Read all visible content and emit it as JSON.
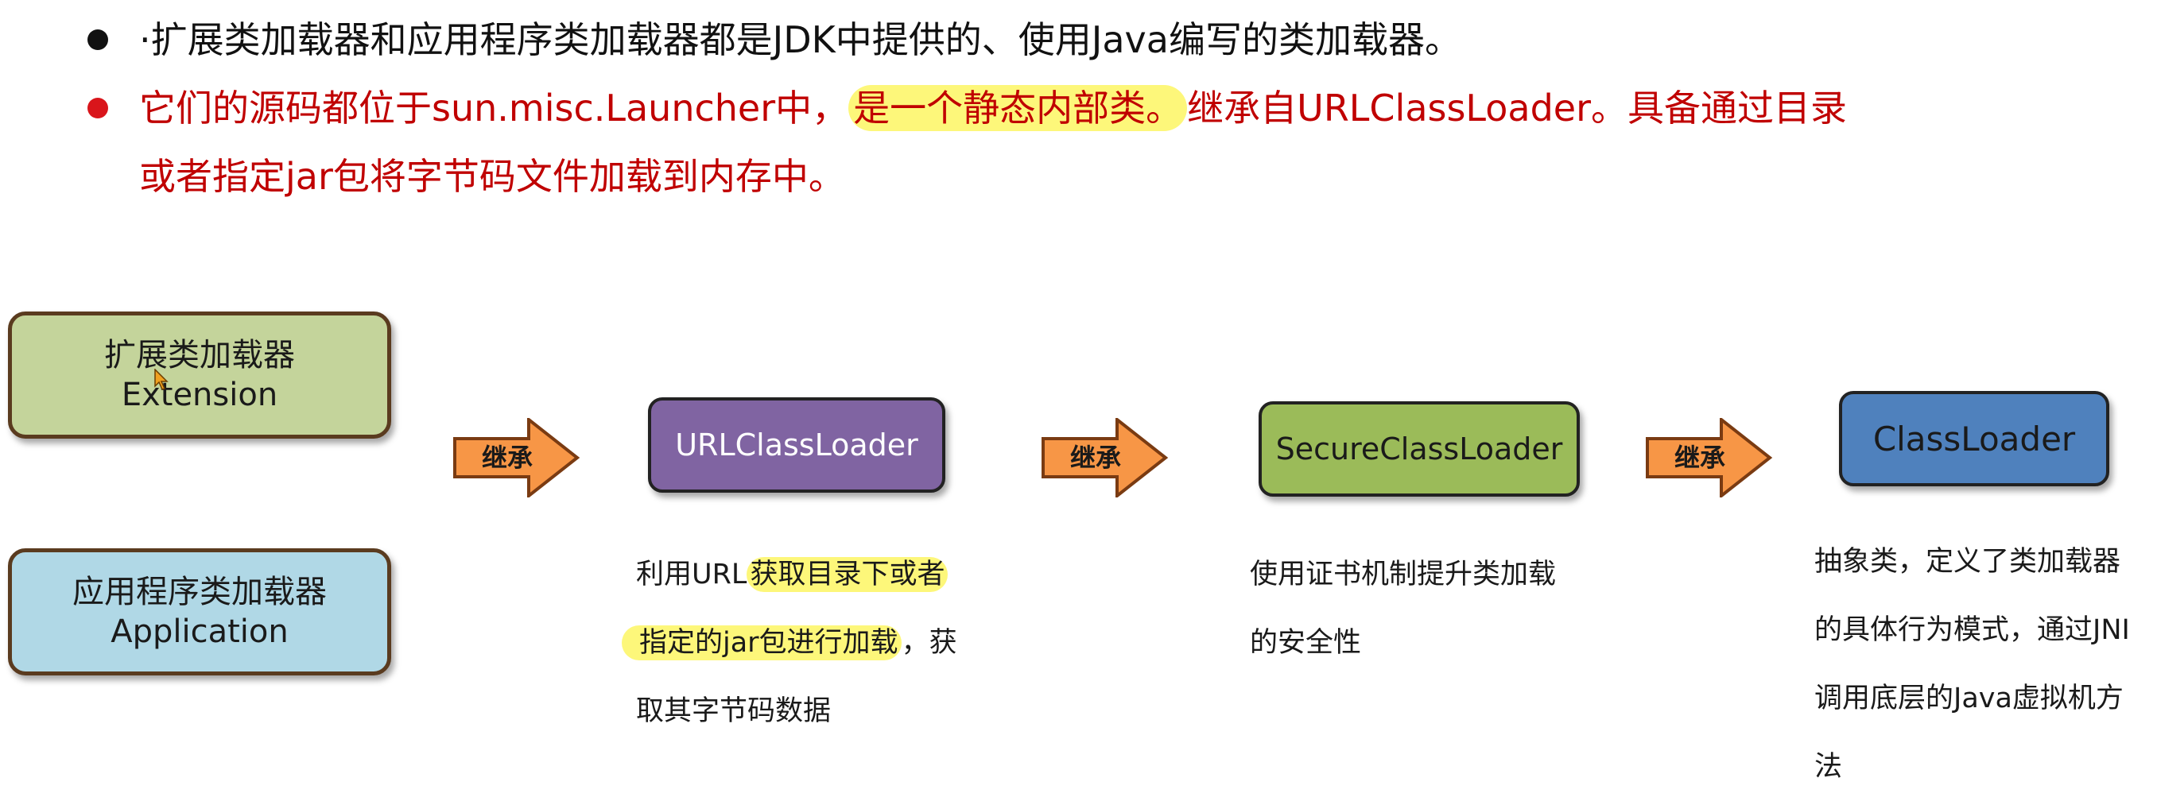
{
  "bullets": [
    {
      "text": "·扩展类加载器和应用程序类加载器都是JDK中提供的、使用Java编写的类加载器。",
      "color": "#111111",
      "dot_color": "#111111"
    },
    {
      "part1": "它们的源码都位于sun.misc.Launcher中，",
      "highlight": "是一个静态内部类。",
      "part2": "继承自URLClassLoader。具备通过目录",
      "line2": "或者指定jar包将字节码文件加载到内存中。",
      "color": "#c00000",
      "dot_color": "#d9151b"
    }
  ],
  "boxes": {
    "extension": {
      "line1": "扩展类加载器",
      "line2": "Extension",
      "fill": "#c4d49b",
      "border": "#5a3b1f"
    },
    "application": {
      "line1": "应用程序类加载器",
      "line2": "Application",
      "fill": "#b0d8e6",
      "border": "#5a3b1f"
    },
    "url": {
      "label": "URLClassLoader",
      "fill": "#8064a2",
      "border": "#222222"
    },
    "secure": {
      "label": "SecureClassLoader",
      "fill": "#9bbb59",
      "border": "#222222"
    },
    "classloader": {
      "label": "ClassLoader",
      "fill": "#4f81bd",
      "border": "#222222"
    }
  },
  "arrows": [
    {
      "label": "继承",
      "fill": "#f79646"
    },
    {
      "label": "继承",
      "fill": "#f79646"
    },
    {
      "label": "继承",
      "fill": "#f79646"
    }
  ],
  "notes": {
    "url": {
      "pre": "利用URL",
      "hl1": "获取目录下或者",
      "hl2": "指定的jar包进行加载",
      "post": "，获",
      "line3": "取其字节码数据"
    },
    "secure": {
      "line1": "使用证书机制提升类加载",
      "line2": "的安全性"
    },
    "classloader": {
      "line1": "抽象类，定义了类加载器",
      "line2": "的具体行为模式，通过JNI",
      "line3": "调用底层的Java虚拟机方",
      "line4": "法"
    }
  }
}
